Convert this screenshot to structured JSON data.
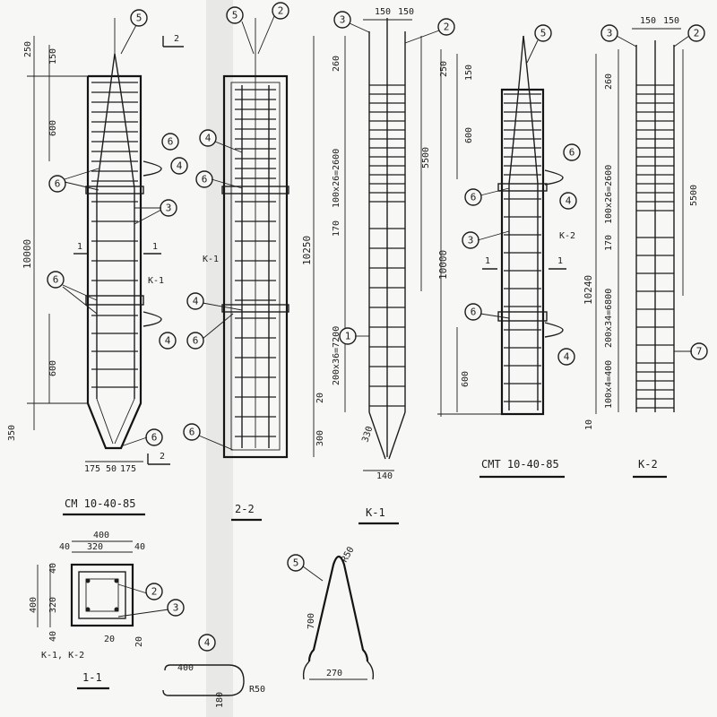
{
  "titles": {
    "cm": "СМ 10-40-85",
    "cmt": "СМТ 10-40-85",
    "k1": "К-1",
    "k2": "К-2",
    "section22": "2-2",
    "section11": "1-1",
    "section11_label": "К-1, К-2"
  },
  "dims_left": {
    "d250": "250",
    "d150": "150",
    "d600top": "600",
    "d10000": "10000",
    "d600bot": "600",
    "d350": "350",
    "d175a": "175",
    "d50": "50",
    "d175b": "175",
    "cut": "2",
    "cut_b": "2",
    "sec1": "1",
    "sec1b": "1",
    "k1": "К-1"
  },
  "dims_mid": {
    "d10250": "10250",
    "d260": "260",
    "d2600": "100х26=2600",
    "d170": "170",
    "d7200": "200х36=7200",
    "d20": "20",
    "d300": "300",
    "d330": "330",
    "d140": "140",
    "d5500": "5500",
    "d150a": "150",
    "d150b": "150",
    "k1": "К-1"
  },
  "dims_cmt": {
    "d250": "250",
    "d150": "150",
    "d600top": "600",
    "d10000": "10000",
    "d600bot": "600",
    "k2": "К-2",
    "sec1": "1",
    "sec1b": "1"
  },
  "dims_k2": {
    "d150a": "150",
    "d150b": "150",
    "d260": "260",
    "d2600": "100х26=2600",
    "d170": "170",
    "d6800": "200х34=6800",
    "d400": "100х4=400",
    "d10240": "10240",
    "d5500": "5500",
    "d10": "10"
  },
  "section11": {
    "d400top": "400",
    "d40l": "40",
    "d320": "320",
    "d40r": "40",
    "d40v": "40",
    "d320v": "320",
    "d400v": "400",
    "d40b": "40",
    "d20": "20",
    "d20b": "20"
  },
  "bars": {
    "b4_len": "400",
    "b4_r": "R50",
    "b4_h": "180",
    "b5_h": "700",
    "b5_w": "270",
    "b5_r": "R50"
  },
  "callouts": {
    "n1": "1",
    "n2": "2",
    "n3": "3",
    "n4": "4",
    "n5": "5",
    "n6": "6",
    "n7": "7"
  }
}
